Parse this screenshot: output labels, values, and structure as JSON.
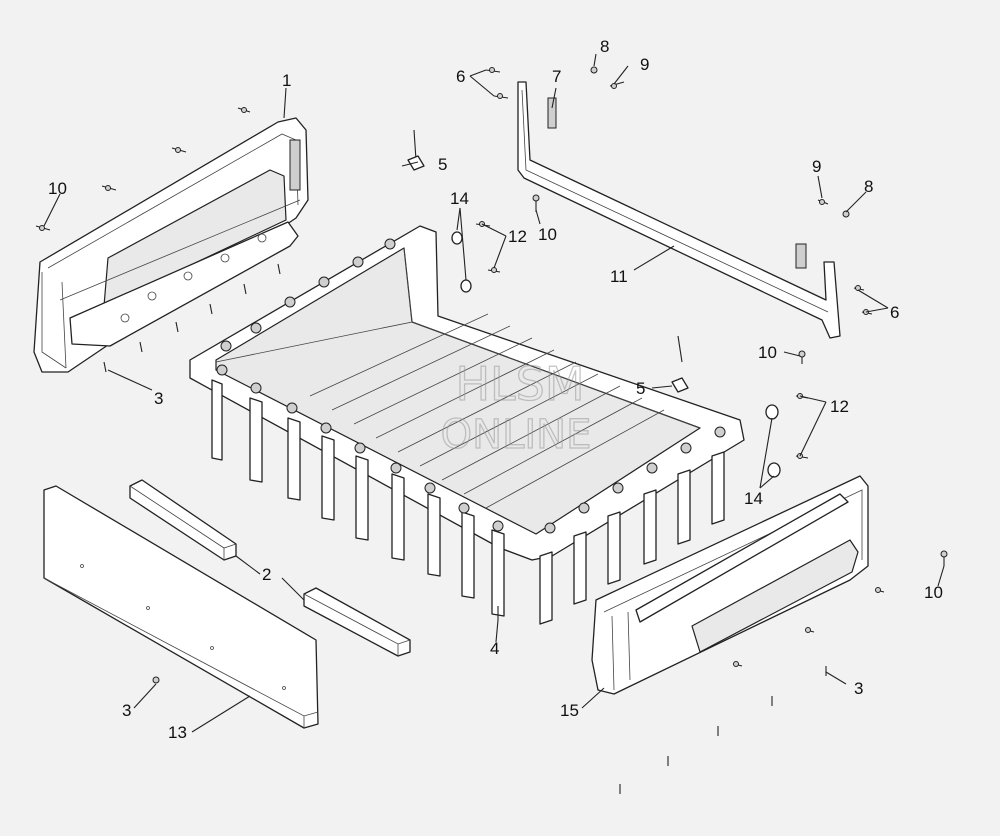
{
  "watermark": {
    "line1": "HLSM",
    "line2": "ONLINE"
  },
  "callouts": [
    {
      "id": "c1",
      "label": "1"
    },
    {
      "id": "c2",
      "label": "2"
    },
    {
      "id": "c3a",
      "label": "3"
    },
    {
      "id": "c3b",
      "label": "3"
    },
    {
      "id": "c3c",
      "label": "3"
    },
    {
      "id": "c4",
      "label": "4"
    },
    {
      "id": "c5a",
      "label": "5"
    },
    {
      "id": "c5b",
      "label": "5"
    },
    {
      "id": "c6a",
      "label": "6"
    },
    {
      "id": "c6b",
      "label": "6"
    },
    {
      "id": "c7",
      "label": "7"
    },
    {
      "id": "c8a",
      "label": "8"
    },
    {
      "id": "c8b",
      "label": "8"
    },
    {
      "id": "c9a",
      "label": "9"
    },
    {
      "id": "c9b",
      "label": "9"
    },
    {
      "id": "c10a",
      "label": "10"
    },
    {
      "id": "c10b",
      "label": "10"
    },
    {
      "id": "c10c",
      "label": "10"
    },
    {
      "id": "c10d",
      "label": "10"
    },
    {
      "id": "c11",
      "label": "11"
    },
    {
      "id": "c12a",
      "label": "12"
    },
    {
      "id": "c12b",
      "label": "12"
    },
    {
      "id": "c13",
      "label": "13"
    },
    {
      "id": "c14a",
      "label": "14"
    },
    {
      "id": "c14b",
      "label": "14"
    },
    {
      "id": "c15",
      "label": "15"
    }
  ],
  "colors": {
    "background": "#f2f2f2",
    "line": "#222222",
    "watermark": "#9a9a9a"
  }
}
